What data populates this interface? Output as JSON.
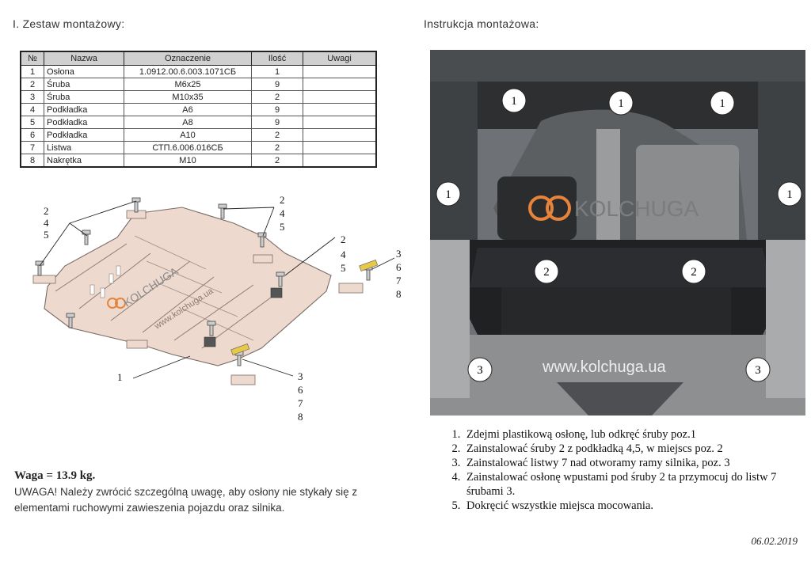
{
  "sections": {
    "kit_title": "I. Zestaw montażowy:",
    "instruction_title": "Instrukcja montażowa:"
  },
  "table": {
    "headers": [
      "№",
      "Nazwa",
      "Oznaczenie",
      "Ilość",
      "Uwagi"
    ],
    "rows": [
      [
        "1",
        "Osłona",
        "1.0912.00.6.003.1071СБ",
        "1",
        ""
      ],
      [
        "2",
        "Śruba",
        "M6x25",
        "9",
        ""
      ],
      [
        "3",
        "Śruba",
        "M10x35",
        "2",
        ""
      ],
      [
        "4",
        "Podkładka",
        "A6",
        "9",
        ""
      ],
      [
        "5",
        "Podkładka",
        "A8",
        "9",
        ""
      ],
      [
        "6",
        "Podkładka",
        "A10",
        "2",
        ""
      ],
      [
        "7",
        "Listwa",
        "СТП.6.006.016СБ",
        "2",
        ""
      ],
      [
        "8",
        "Nakrętka",
        "M10",
        "2",
        ""
      ]
    ]
  },
  "diagram": {
    "callout_left": [
      "2",
      "4",
      "5"
    ],
    "callout_top": [
      "2",
      "4",
      "5"
    ],
    "callout_mid": [
      "2",
      "4",
      "5"
    ],
    "callout_right": [
      "3",
      "6",
      "7",
      "8"
    ],
    "callout_bottom": [
      "3",
      "6",
      "7",
      "8"
    ],
    "callout_plate": "1",
    "brand": "KOLCHUGA",
    "website": "www.kolchuga.ua"
  },
  "photo": {
    "brand": "KOLCHUGA",
    "website": "www.kolchuga.ua",
    "markers": [
      "1",
      "1",
      "1",
      "1",
      "1",
      "2",
      "2",
      "3",
      "3"
    ]
  },
  "weight": "Waga = 13.9 kg.",
  "warning": "UWAGA! Należy zwrócić szczególną uwagę, aby osłony nie stykały się z elementami ruchowymi zawieszenia pojazdu oraz silnika.",
  "steps": [
    "Zdejmi plastikową osłonę, lub odkręć śruby poz.1",
    "Zainstalować śruby 2 z podkładką 4,5, w miejscs poz. 2",
    "Zainstalować listwy 7 nad otworamy ramy silnika, poz. 3",
    "Zainstalować osłonę wpustami pod śruby 2 ta przymocuj do listw 7 śrubami 3.",
    "Dokręcić wszystkie miejsca mocowania."
  ],
  "date": "06.02.2019",
  "colors": {
    "accent": "#e8833a",
    "plate": "#eed9cf",
    "photo_bg": "#6b6e72"
  }
}
